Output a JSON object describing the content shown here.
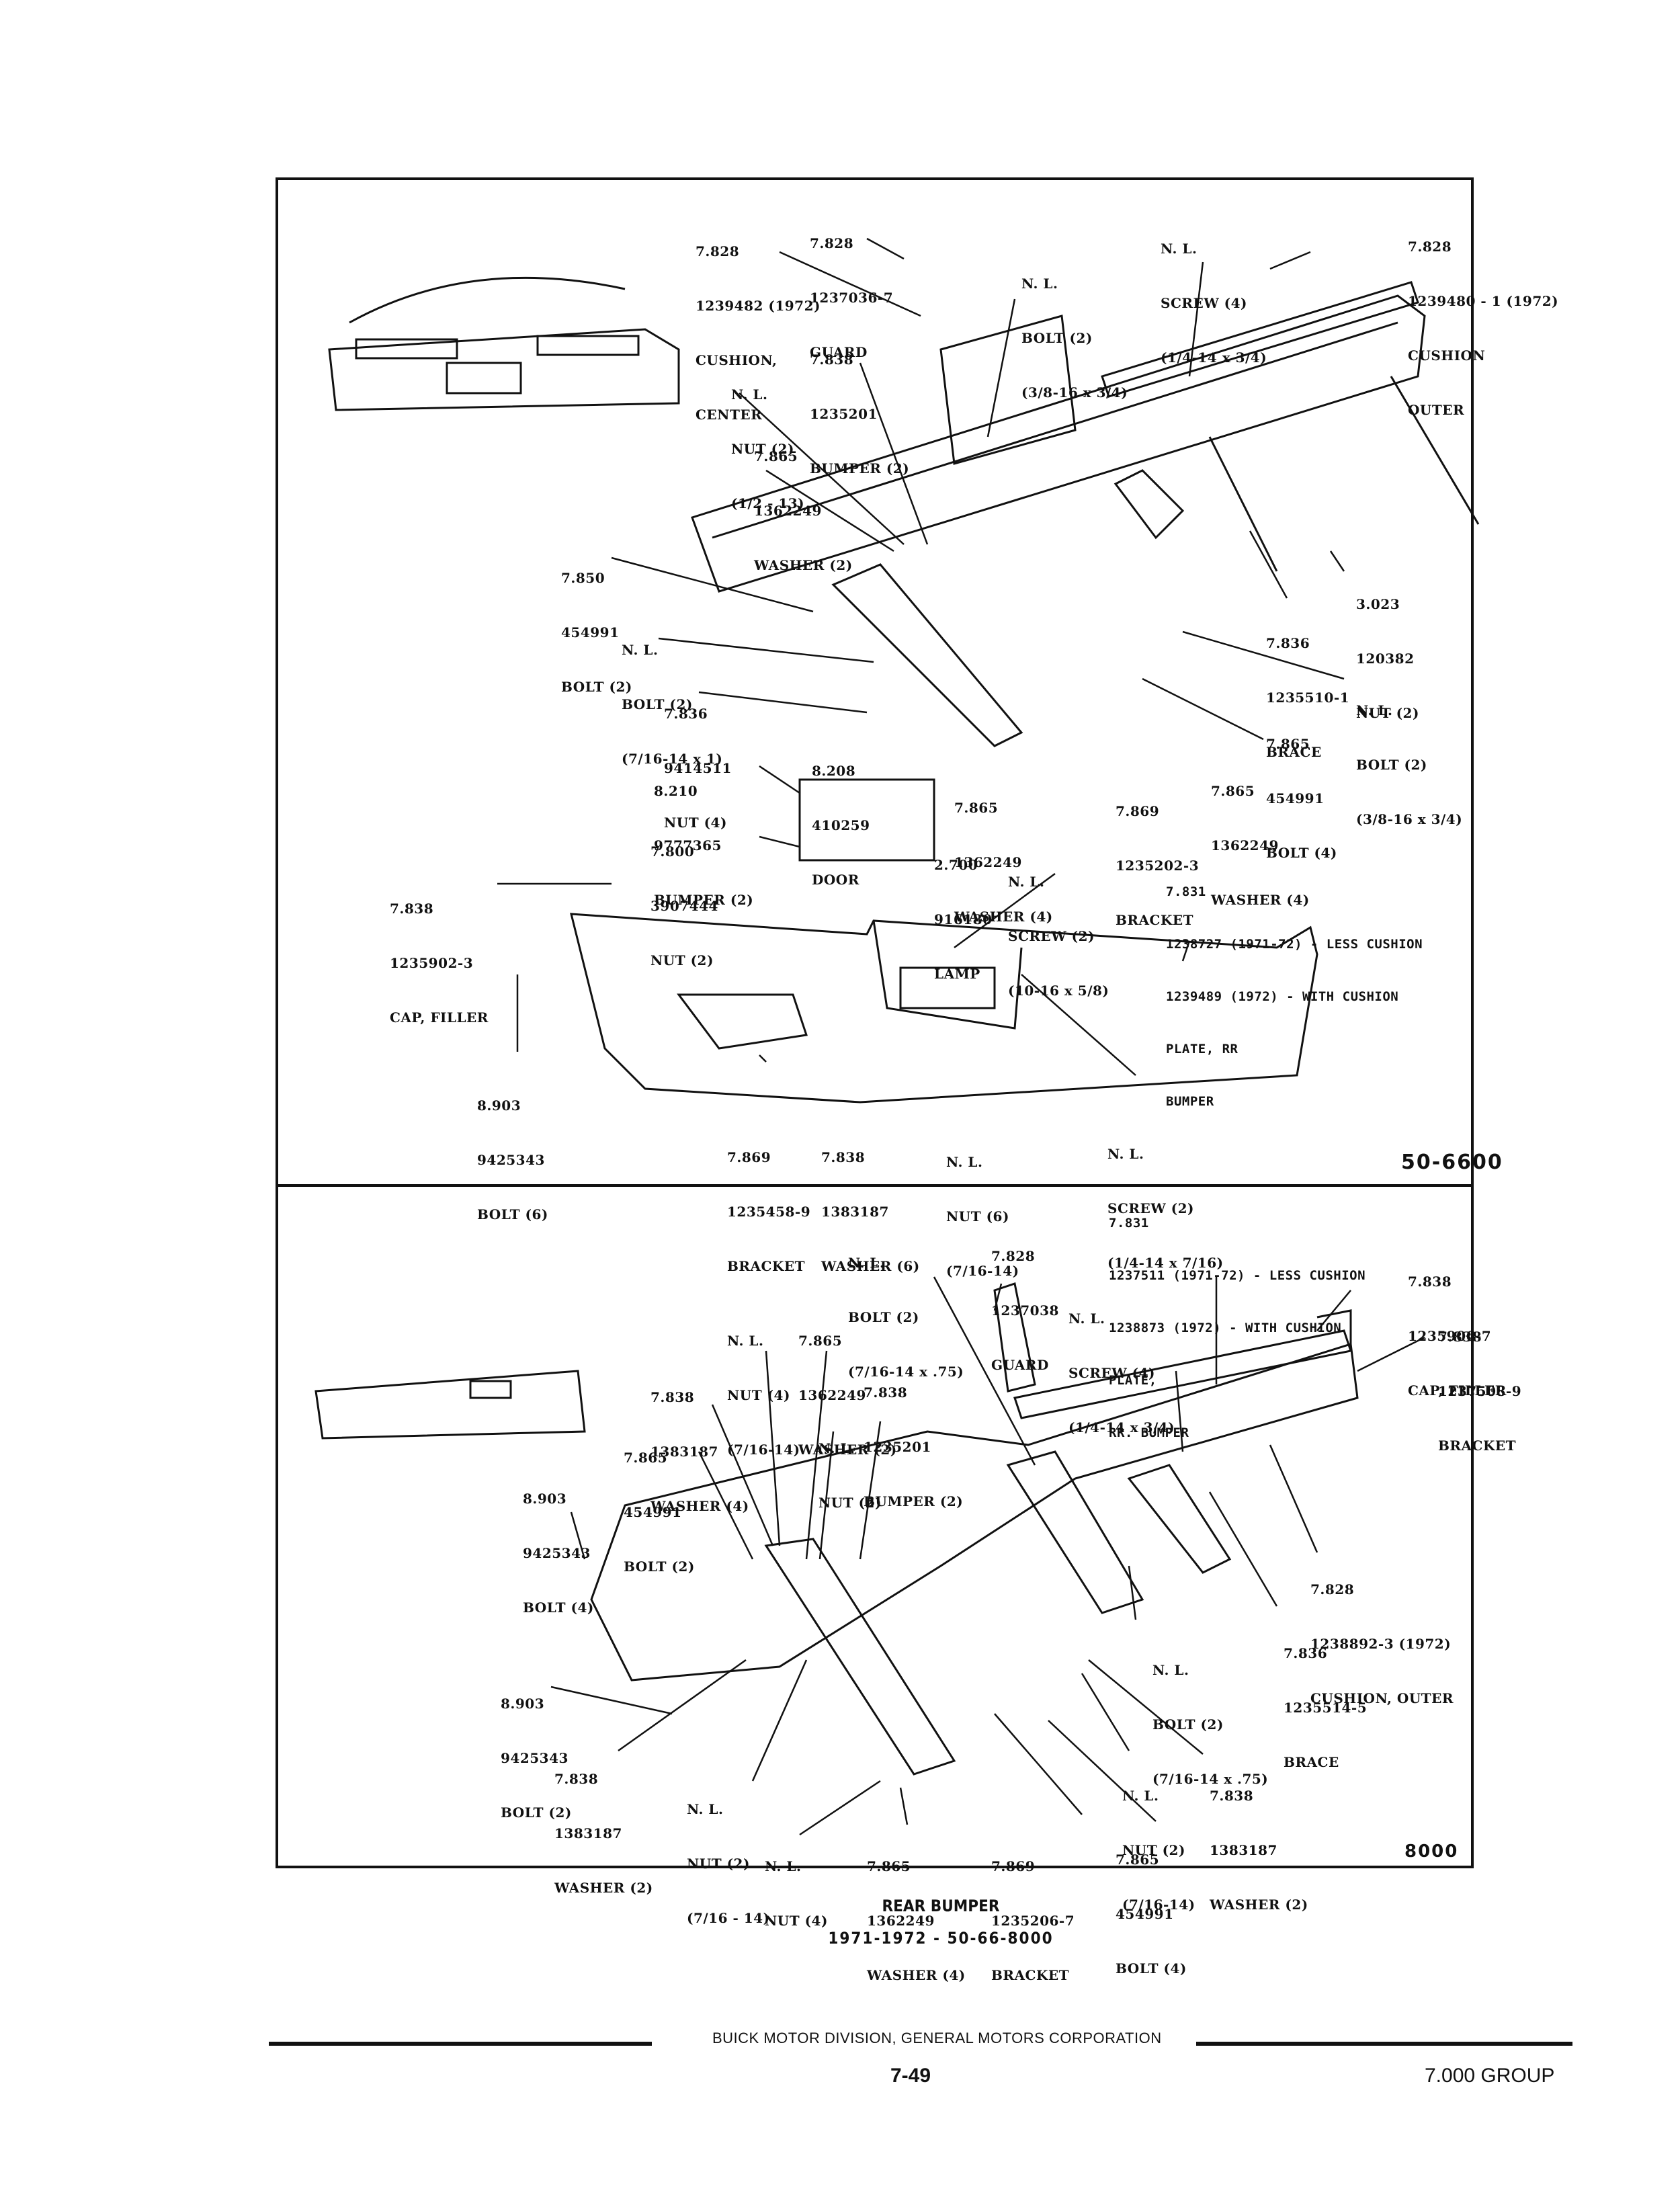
{
  "page": {
    "title": "REAR BUMPER",
    "subtitle": "1971-1972 - 50-66-8000",
    "publisher": "BUICK MOTOR DIVISION, GENERAL MOTORS CORPORATION",
    "page_number": "7-49",
    "group": "7.000 GROUP"
  },
  "top_panel": {
    "code": "50-6600",
    "callouts": [
      {
        "id": "t1",
        "lines": [
          "7.828",
          "1239482 (1972)",
          "CUSHION,",
          "CENTER"
        ]
      },
      {
        "id": "t2",
        "lines": [
          "7.828",
          "1237036-7",
          "GUARD"
        ]
      },
      {
        "id": "t3",
        "lines": [
          "N. L.",
          "BOLT (2)",
          "(3/8-16 x 3/4)"
        ]
      },
      {
        "id": "t4",
        "lines": [
          "N. L.",
          "SCREW (4)",
          "(1/4-14 x 3/4)"
        ]
      },
      {
        "id": "t5",
        "lines": [
          "7.828",
          "1239480 - 1 (1972)",
          "CUSHION",
          "OUTER"
        ]
      },
      {
        "id": "t6",
        "lines": [
          "7.838",
          "1235201",
          "BUMPER (2)"
        ]
      },
      {
        "id": "t7",
        "lines": [
          "N. L.",
          "NUT (2)",
          "(1/2 - 13)"
        ]
      },
      {
        "id": "t8",
        "lines": [
          "7.865",
          "1362249",
          "WASHER (2)"
        ]
      },
      {
        "id": "t9",
        "lines": [
          "7.850",
          "454991",
          "BOLT (2)"
        ]
      },
      {
        "id": "t10",
        "lines": [
          "N. L.",
          "BOLT (2)",
          "(7/16-14 x 1)"
        ]
      },
      {
        "id": "t11",
        "lines": [
          "7.836",
          "9414511",
          "NUT (4)"
        ]
      },
      {
        "id": "t12",
        "lines": [
          "3.023",
          "120382",
          "NUT (2)"
        ]
      },
      {
        "id": "t13",
        "lines": [
          "7.836",
          "1235510-1",
          "BRACE"
        ]
      },
      {
        "id": "t14",
        "lines": [
          "N. L.",
          "BOLT (2)",
          "(3/8-16 x 3/4)"
        ]
      },
      {
        "id": "t15",
        "lines": [
          "7.865",
          "454991",
          "BOLT (4)"
        ]
      },
      {
        "id": "t16",
        "lines": [
          "7.865",
          "1362249",
          "WASHER (4)"
        ]
      },
      {
        "id": "t17",
        "lines": [
          "8.208",
          "410259",
          "DOOR"
        ]
      },
      {
        "id": "t18",
        "lines": [
          "8.210",
          "9777365",
          "BUMPER (2)"
        ]
      },
      {
        "id": "t19",
        "lines": [
          "7.865",
          "1362249",
          "WASHER (4)"
        ]
      },
      {
        "id": "t20",
        "lines": [
          "7.869",
          "1235202-3",
          "BRACKET"
        ]
      },
      {
        "id": "t21",
        "lines": [
          "7.800",
          "3907444",
          "NUT (2)"
        ]
      },
      {
        "id": "t22",
        "lines": [
          "2.700",
          "916180",
          "LAMP"
        ]
      },
      {
        "id": "t23",
        "lines": [
          "N. L.",
          "SCREW (2)",
          "(10-16 x 5/8)"
        ]
      },
      {
        "id": "t24",
        "lines": [
          "7.838",
          "1235902-3",
          "CAP, FILLER"
        ]
      },
      {
        "id": "t25",
        "lines": [
          "7.831",
          "1238727 (1971-72) - LESS CUSHION",
          "1239489 (1972) - WITH CUSHION",
          "PLATE, RR",
          "BUMPER"
        ]
      },
      {
        "id": "t26",
        "lines": [
          "8.903",
          "9425343",
          "BOLT (6)"
        ]
      },
      {
        "id": "t27",
        "lines": [
          "7.869",
          "1235458-9",
          "BRACKET"
        ]
      },
      {
        "id": "t28",
        "lines": [
          "7.838",
          "1383187",
          "WASHER (6)"
        ]
      },
      {
        "id": "t29",
        "lines": [
          "N. L.",
          "NUT (6)",
          "(7/16-14)"
        ]
      },
      {
        "id": "t30",
        "lines": [
          "N. L.",
          "SCREW (2)",
          "(1/4-14 x 7/16)"
        ]
      }
    ]
  },
  "bottom_panel": {
    "code": "8000",
    "callouts": [
      {
        "id": "b1",
        "lines": [
          "7.831",
          "1237511 (1971-72) - LESS CUSHION",
          "1238873 (1972) - WITH CUSHION",
          "PLATE,",
          "RR. BUMPER"
        ]
      },
      {
        "id": "b2",
        "lines": [
          "N. L.",
          "BOLT (2)",
          "(7/16-14 x .75)"
        ]
      },
      {
        "id": "b3",
        "lines": [
          "7.828",
          "1237038",
          "GUARD"
        ]
      },
      {
        "id": "b4",
        "lines": [
          "7.838",
          "1235906-7",
          "CAP, FILLER"
        ]
      },
      {
        "id": "b5",
        "lines": [
          "7.838",
          "1237508-9",
          "BRACKET"
        ]
      },
      {
        "id": "b6",
        "lines": [
          "N. L.",
          "SCREW (4)",
          "(1/4-14 x 3/4)"
        ]
      },
      {
        "id": "b7",
        "lines": [
          "N. L.",
          "NUT (4)",
          "(7/16-14)"
        ]
      },
      {
        "id": "b8",
        "lines": [
          "7.865",
          "1362249",
          "WASHER (2)"
        ]
      },
      {
        "id": "b9",
        "lines": [
          "7.838",
          "1383187",
          "WASHER (4)"
        ]
      },
      {
        "id": "b10",
        "lines": [
          "7.838",
          "1235201",
          "BUMPER (2)"
        ]
      },
      {
        "id": "b11",
        "lines": [
          "N. L.",
          "NUT (2)"
        ]
      },
      {
        "id": "b12",
        "lines": [
          "7.865",
          "454991",
          "BOLT (2)"
        ]
      },
      {
        "id": "b13",
        "lines": [
          "8.903",
          "9425343",
          "BOLT (4)"
        ]
      },
      {
        "id": "b14",
        "lines": [
          "7.828",
          "1238892-3 (1972)",
          "CUSHION, OUTER"
        ]
      },
      {
        "id": "b15",
        "lines": [
          "7.836",
          "1235514-5",
          "BRACE"
        ]
      },
      {
        "id": "b16",
        "lines": [
          "N. L.",
          "BOLT (2)",
          "(7/16-14 x .75)"
        ]
      },
      {
        "id": "b17",
        "lines": [
          "8.903",
          "9425343",
          "BOLT (2)"
        ]
      },
      {
        "id": "b18",
        "lines": [
          "7.838",
          "1383187",
          "WASHER (2)"
        ]
      },
      {
        "id": "b19",
        "lines": [
          "N. L.",
          "NUT (2)",
          "(7/16 - 14)"
        ]
      },
      {
        "id": "b20",
        "lines": [
          "N. L.",
          "NUT (2)",
          "(7/16-14)"
        ]
      },
      {
        "id": "b21",
        "lines": [
          "7.838",
          "1383187",
          "WASHER (2)"
        ]
      },
      {
        "id": "b22",
        "lines": [
          "N. L.",
          "NUT (4)"
        ]
      },
      {
        "id": "b23",
        "lines": [
          "7.865",
          "1362249",
          "WASHER (4)"
        ]
      },
      {
        "id": "b24",
        "lines": [
          "7.869",
          "1235206-7",
          "BRACKET"
        ]
      },
      {
        "id": "b25",
        "lines": [
          "7.865",
          "454991",
          "BOLT (4)"
        ]
      }
    ]
  }
}
